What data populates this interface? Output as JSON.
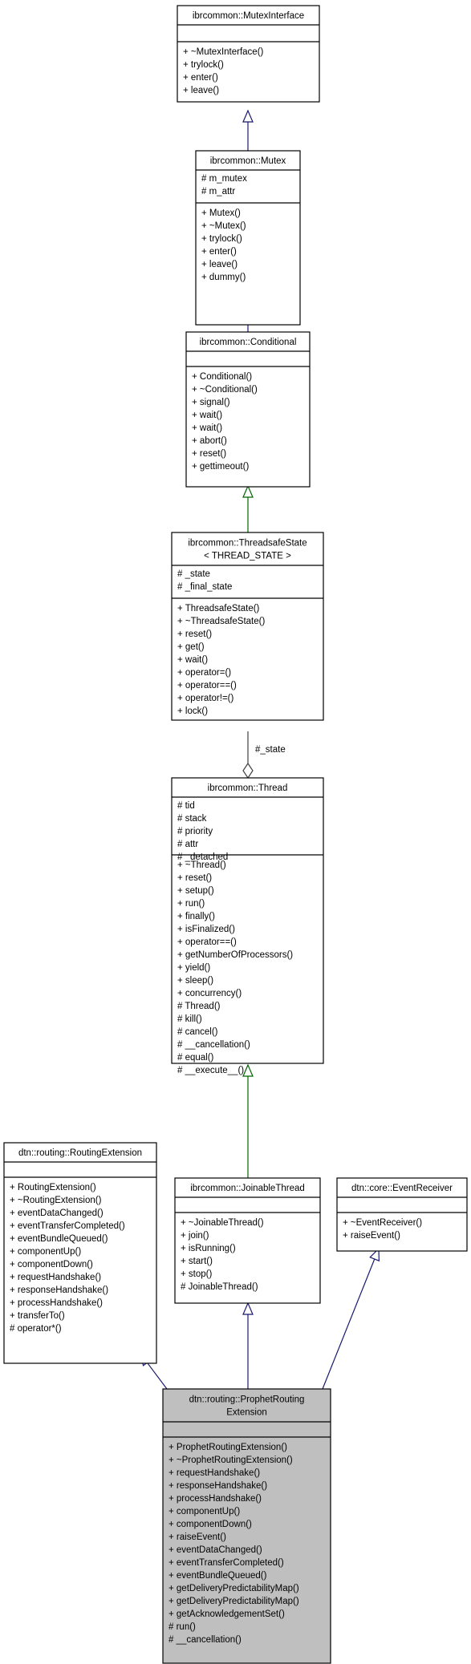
{
  "classes": [
    {
      "id": "mutexinterface",
      "title": [
        "ibrcommon::MutexInterface"
      ],
      "attributes": [],
      "methods": [
        "+ ~MutexInterface()",
        "+ trylock()",
        "+ enter()",
        "+ leave()"
      ]
    },
    {
      "id": "mutex",
      "title": [
        "ibrcommon::Mutex"
      ],
      "attributes": [
        "# m_mutex",
        "# m_attr"
      ],
      "methods": [
        "+ Mutex()",
        "+ ~Mutex()",
        "+ trylock()",
        "+ enter()",
        "+ leave()",
        "+ dummy()"
      ]
    },
    {
      "id": "conditional",
      "title": [
        "ibrcommon::Conditional"
      ],
      "attributes": [],
      "methods": [
        "+ Conditional()",
        "+ ~Conditional()",
        "+ signal()",
        "+ wait()",
        "+ wait()",
        "+ abort()",
        "+ reset()",
        "+ gettimeout()"
      ]
    },
    {
      "id": "threadsafestate",
      "title": [
        "ibrcommon::ThreadsafeState",
        "< THREAD_STATE >"
      ],
      "attributes": [
        "# _state",
        "# _final_state"
      ],
      "methods": [
        "+ ThreadsafeState()",
        "+ ~ThreadsafeState()",
        "+ reset()",
        "+ get()",
        "+ wait()",
        "+ operator=()",
        "+ operator==()",
        "+ operator!=()",
        "+ lock()"
      ]
    },
    {
      "id": "thread",
      "title": [
        "ibrcommon::Thread"
      ],
      "attributes": [
        "# tid",
        "# stack",
        "# priority",
        "# attr",
        "# _detached"
      ],
      "methods": [
        "+ ~Thread()",
        "+ reset()",
        "+ setup()",
        "+ run()",
        "+ finally()",
        "+ isFinalized()",
        "+ operator==()",
        "+ getNumberOfProcessors()",
        "+ yield()",
        "+ sleep()",
        "+ concurrency()",
        "# Thread()",
        "# kill()",
        "# cancel()",
        "# __cancellation()",
        "# equal()",
        "# __execute__()"
      ]
    },
    {
      "id": "routingextension",
      "title": [
        "dtn::routing::RoutingExtension"
      ],
      "attributes": [],
      "methods": [
        "+ RoutingExtension()",
        "+ ~RoutingExtension()",
        "+ eventDataChanged()",
        "+ eventTransferCompleted()",
        "+ eventBundleQueued()",
        "+ componentUp()",
        "+ componentDown()",
        "+ requestHandshake()",
        "+ responseHandshake()",
        "+ processHandshake()",
        "+ transferTo()",
        "# operator*()"
      ]
    },
    {
      "id": "joinablethread",
      "title": [
        "ibrcommon::JoinableThread"
      ],
      "attributes": [],
      "methods": [
        "+ ~JoinableThread()",
        "+ join()",
        "+ isRunning()",
        "+ start()",
        "+ stop()",
        "# JoinableThread()"
      ]
    },
    {
      "id": "eventreceiver",
      "title": [
        "dtn::core::EventReceiver"
      ],
      "attributes": [],
      "methods": [
        "+ ~EventReceiver()",
        "+ raiseEvent()"
      ]
    },
    {
      "id": "prophet",
      "title": [
        "dtn::routing::ProphetRouting",
        "Extension"
      ],
      "attributes": [],
      "methods": [
        "+ ProphetRoutingExtension()",
        "+ ~ProphetRoutingExtension()",
        "+ requestHandshake()",
        "+ responseHandshake()",
        "+ processHandshake()",
        "+ componentUp()",
        "+ componentDown()",
        "+ raiseEvent()",
        "+ eventDataChanged()",
        "+ eventTransferCompleted()",
        "+ eventBundleQueued()",
        "+ getDeliveryPredictabilityMap()",
        "+ getDeliveryPredictabilityMap()",
        "+ getAcknowledgementSet()",
        "# run()",
        "# __cancellation()"
      ]
    }
  ],
  "relations": [
    {
      "from": "mutex",
      "to": "mutexinterface",
      "kind": "public-inheritance"
    },
    {
      "from": "conditional",
      "to": "mutex",
      "kind": "public-inheritance"
    },
    {
      "from": "threadsafestate",
      "to": "conditional",
      "kind": "protected-inheritance"
    },
    {
      "from": "thread",
      "to": "threadsafestate",
      "kind": "aggregation",
      "label": "#_state"
    },
    {
      "from": "joinablethread",
      "to": "thread",
      "kind": "protected-inheritance"
    },
    {
      "from": "prophet",
      "to": "routingextension",
      "kind": "public-inheritance"
    },
    {
      "from": "prophet",
      "to": "joinablethread",
      "kind": "public-inheritance"
    },
    {
      "from": "prophet",
      "to": "eventreceiver",
      "kind": "public-inheritance"
    }
  ],
  "colors": {
    "box_fill": "#ffffff",
    "highlight_fill": "#bfbfbf",
    "public_edge": "#191970",
    "protected_edge": "#006400",
    "aggregation_edge": "#404040",
    "border": "#000000"
  }
}
